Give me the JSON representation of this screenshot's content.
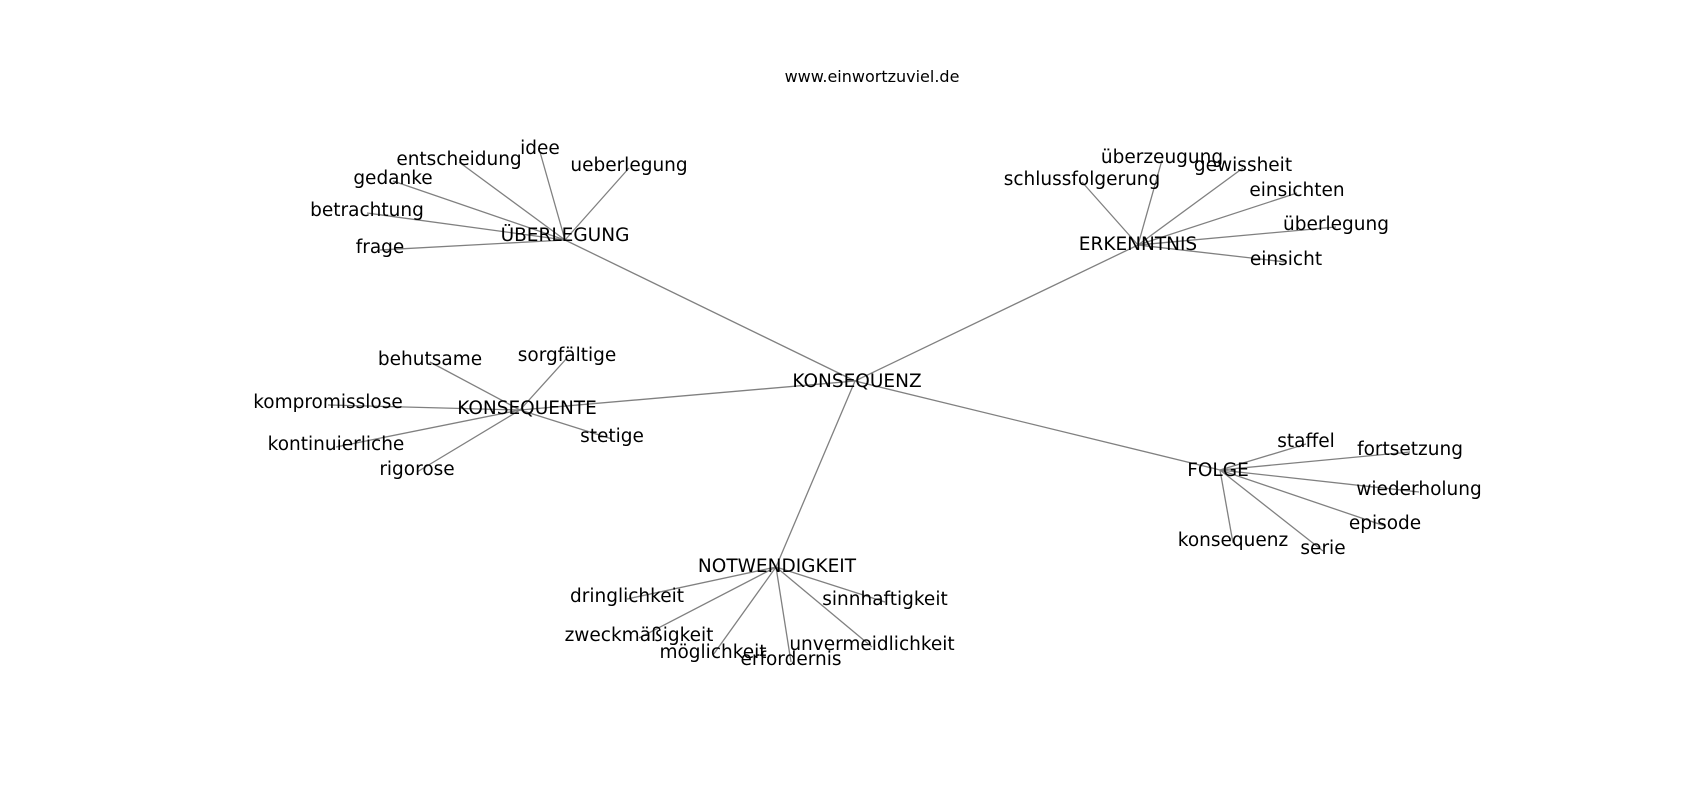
{
  "site": "www.einwortzuviel.de",
  "center": "KONSEQUENZ",
  "clusters": [
    {
      "label": "ÜBERLEGUNG",
      "words": [
        "idee",
        "ueberlegung",
        "entscheidung",
        "gedanke",
        "betrachtung",
        "frage"
      ]
    },
    {
      "label": "ERKENNTNIS",
      "words": [
        "überzeugung",
        "gewissheit",
        "schlussfolgerung",
        "einsichten",
        "überlegung",
        "einsicht"
      ]
    },
    {
      "label": "KONSEQUENTE",
      "words": [
        "sorgfältige",
        "behutsame",
        "kompromisslose",
        "kontinuierliche",
        "rigorose",
        "stetige"
      ]
    },
    {
      "label": "FOLGE",
      "words": [
        "staffel",
        "fortsetzung",
        "wiederholung",
        "episode",
        "serie",
        "konsequenz"
      ]
    },
    {
      "label": "NOTWENDIGKEIT",
      "words": [
        "dringlichkeit",
        "sinnhaftigkeit",
        "zweckmäßigkeit",
        "möglichkeit",
        "erfordernis",
        "unvermeidlichkeit"
      ]
    }
  ]
}
